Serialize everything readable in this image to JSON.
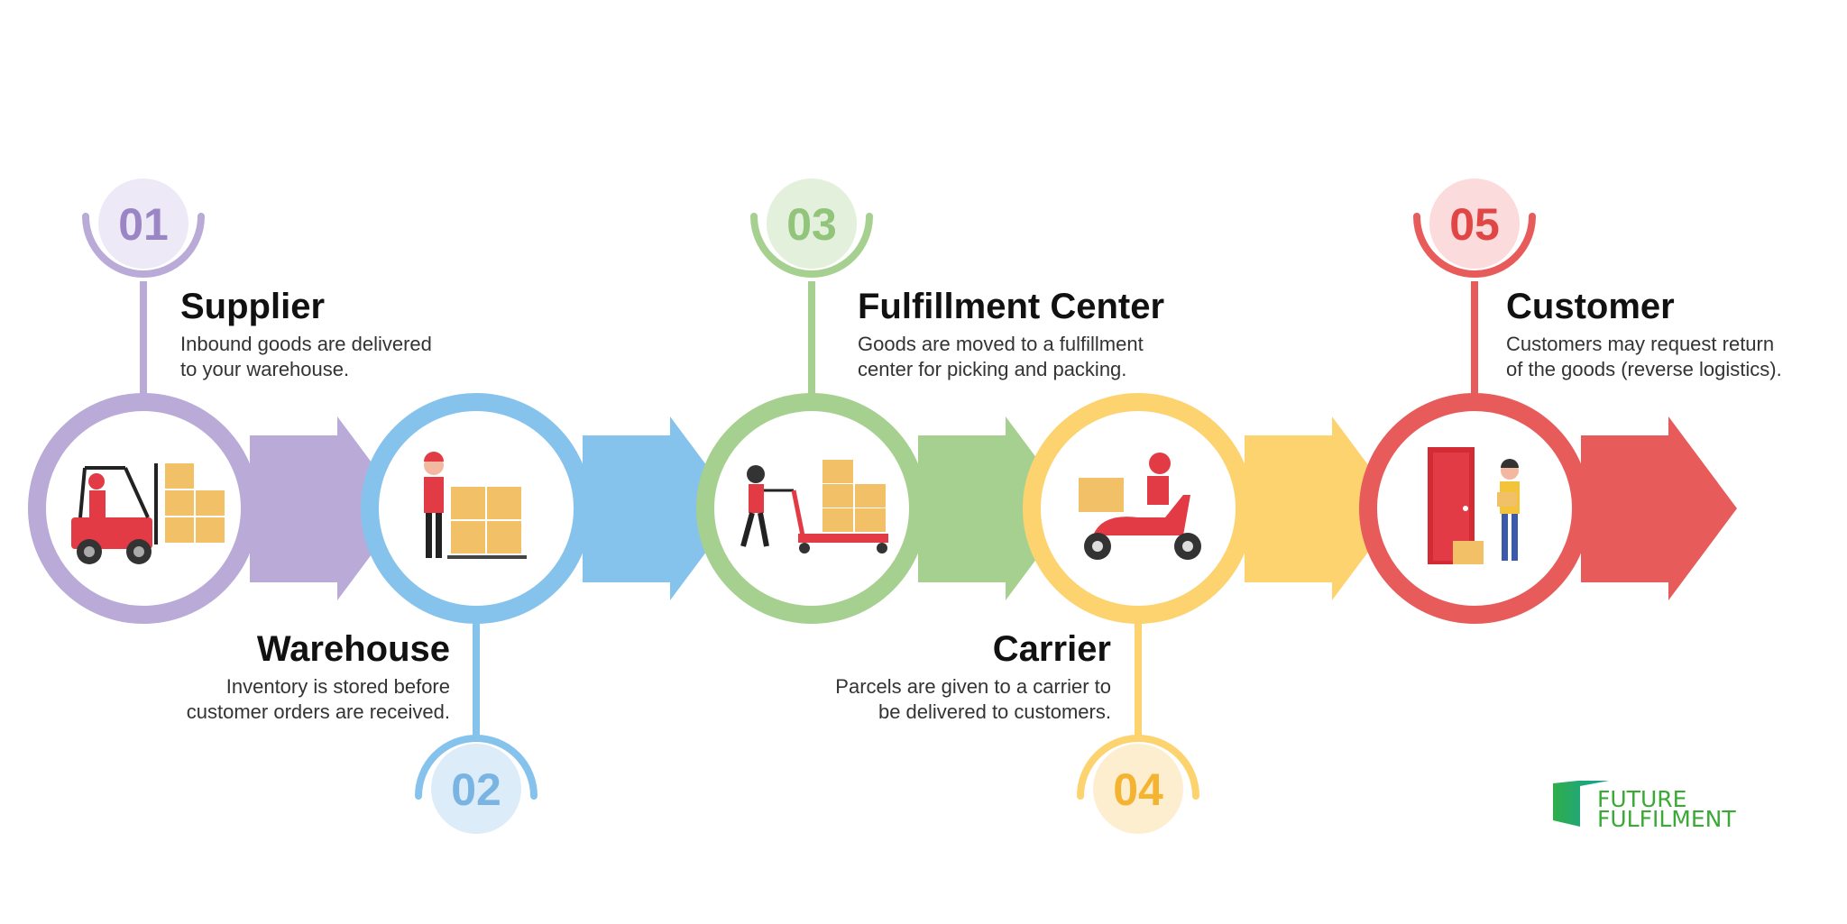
{
  "steps": [
    {
      "number": "01",
      "title": "Supplier",
      "desc": [
        "Inbound goods are delivered",
        "to your warehouse."
      ],
      "icon": "forklift-icon",
      "color": "#b9aad7",
      "num_color": "#9a86c5",
      "badge_bg": "#ede9f6"
    },
    {
      "number": "02",
      "title": "Warehouse",
      "desc": [
        "Inventory is stored before",
        "customer orders are received."
      ],
      "icon": "warehouse-worker-icon",
      "color": "#86c3ec",
      "num_color": "#7ab4e2",
      "badge_bg": "#dcecf9"
    },
    {
      "number": "03",
      "title": "Fulfillment Center",
      "desc": [
        "Goods are moved to a fulfillment",
        "center for picking and packing."
      ],
      "icon": "pallet-jack-icon",
      "color": "#a6d08f",
      "num_color": "#92c47c",
      "badge_bg": "#e3f0db"
    },
    {
      "number": "04",
      "title": "Carrier",
      "desc": [
        "Parcels are given to a carrier to",
        "be delivered to customers."
      ],
      "icon": "delivery-scooter-icon",
      "color": "#fcd36f",
      "num_color": "#f4b431",
      "badge_bg": "#fdeed0"
    },
    {
      "number": "05",
      "title": "Customer",
      "desc": [
        "Customers may request return",
        "of the goods (reverse logistics)."
      ],
      "icon": "customer-door-icon",
      "color": "#e85b5b",
      "num_color": "#e04646",
      "badge_bg": "#fbdbdb"
    }
  ],
  "logo": {
    "line1": "FUTURE",
    "line2": "FULFILMENT"
  }
}
